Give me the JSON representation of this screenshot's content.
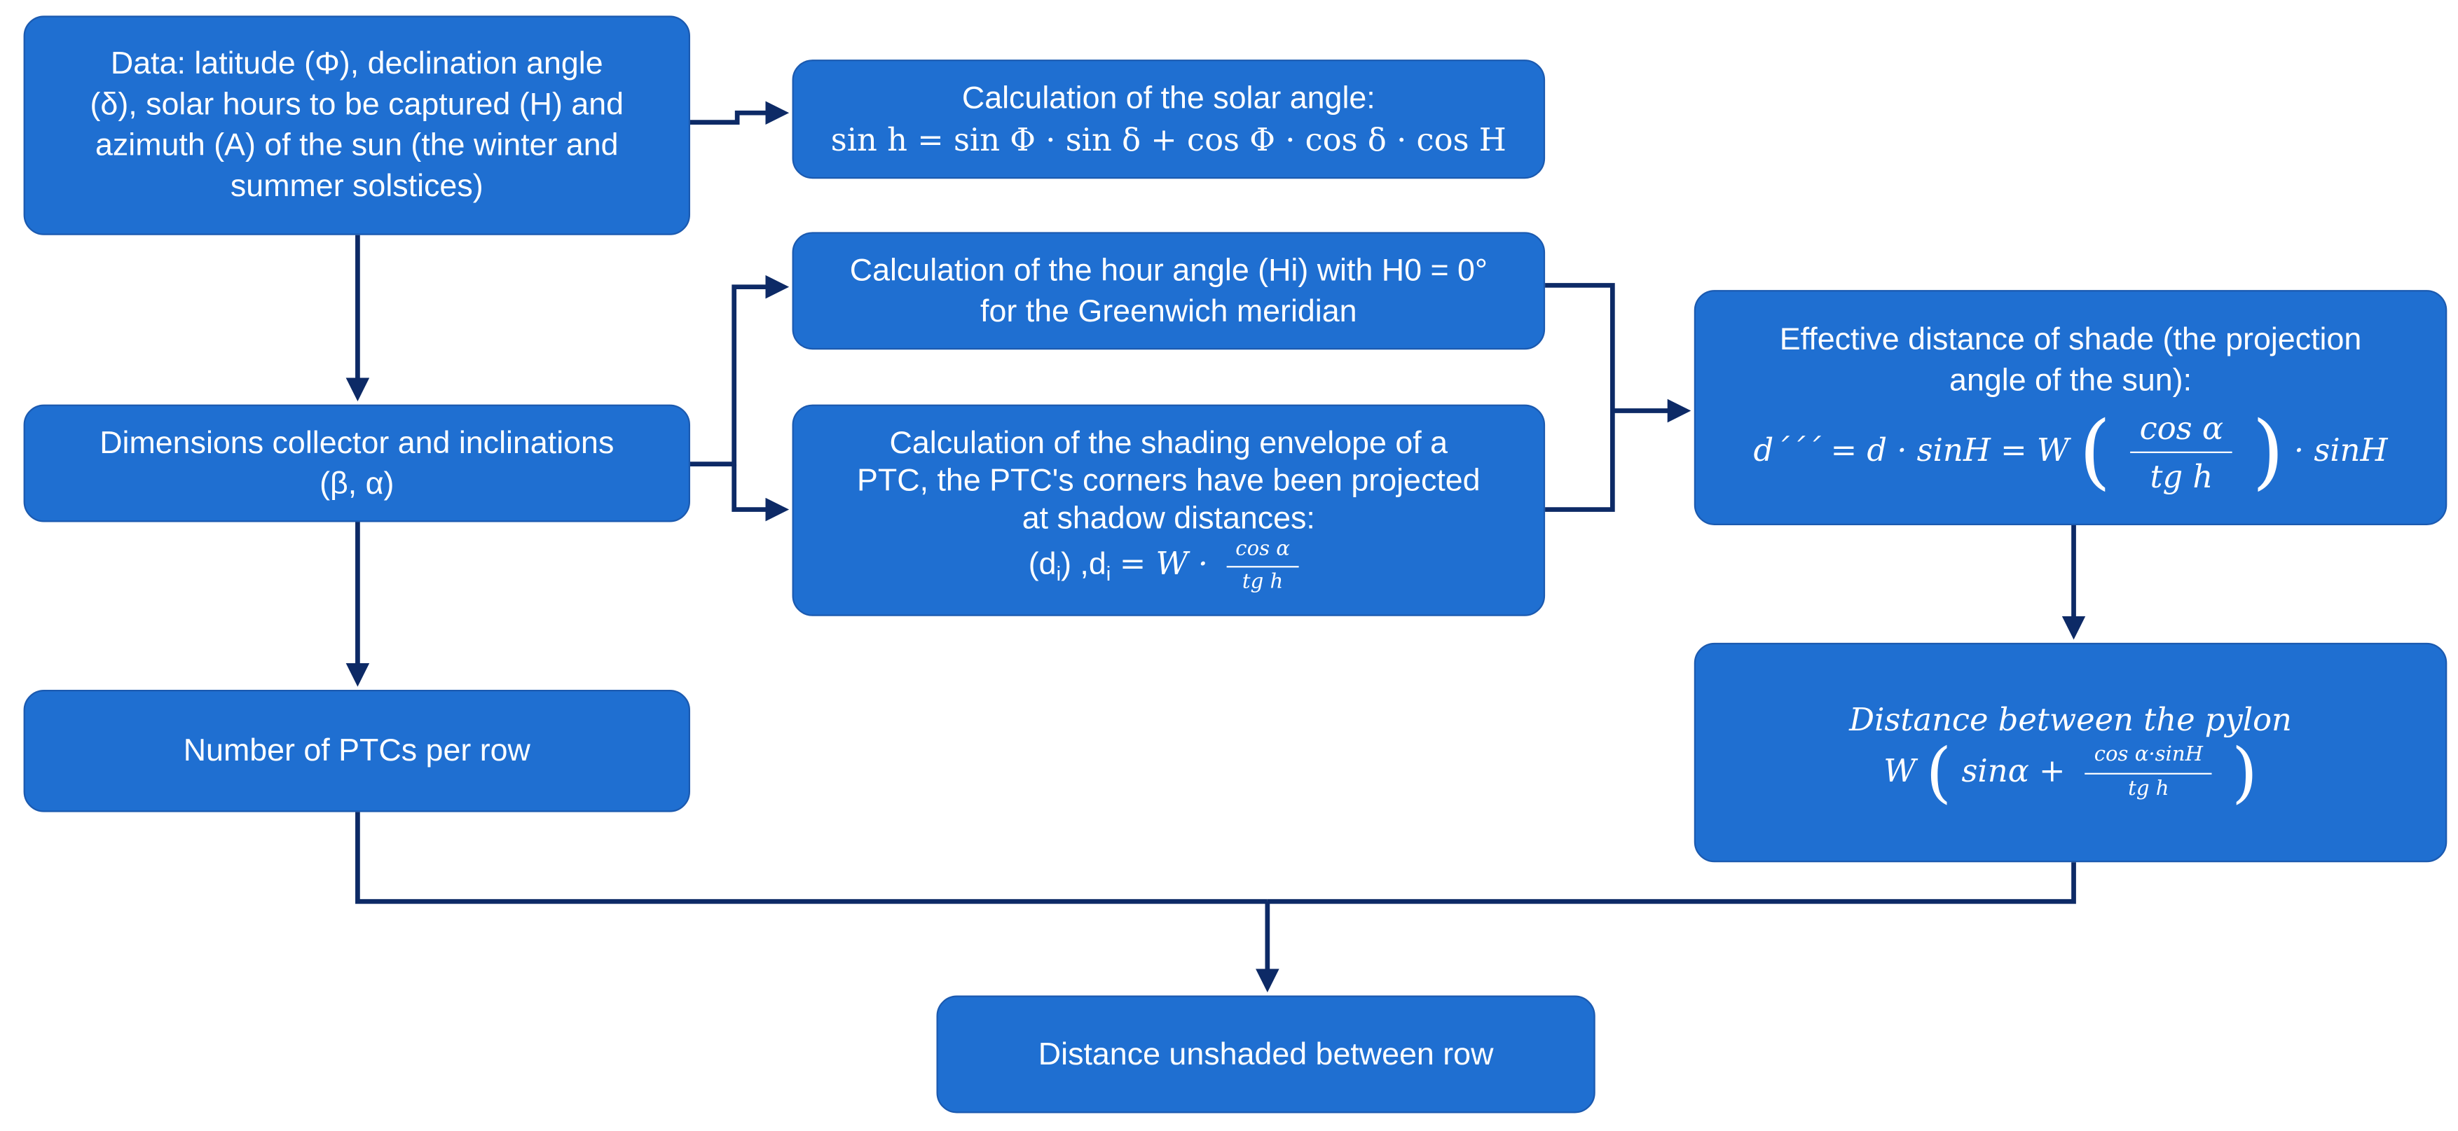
{
  "boxes": {
    "data": {
      "lines": [
        "Data: latitude (Φ), declination angle",
        "(δ), solar hours to be captured (H) and",
        "azimuth (A) of the sun (the winter and",
        "summer solstices)"
      ]
    },
    "solar_angle": {
      "title": "Calculation of the solar angle:",
      "formula": "sin h = sin Φ · sin δ + cos Φ · cos δ · cos H"
    },
    "hour_angle": {
      "lines": [
        "Calculation of the hour angle (Hi) with H0 = 0°",
        "for the Greenwich meridian"
      ]
    },
    "dimensions": {
      "lines": [
        "Dimensions collector and inclinations",
        "(β, α)"
      ]
    },
    "shading_envelope": {
      "lines": [
        "Calculation of the shading envelope of a",
        "PTC, the PTC's corners have been projected",
        "at shadow distances:"
      ],
      "formula_prefix": "(d",
      "formula_sub": "i",
      "formula_mid": ") ,d",
      "formula_sub2": "i",
      "formula_eq": "= W ·",
      "frac_num": "cos α",
      "frac_den": "tg  h"
    },
    "effective_distance": {
      "lines": [
        "Effective distance of shade (the projection",
        "angle of the sun):"
      ],
      "formula_lhs": "d´´´ = d · sinH = W",
      "frac_num": "cos α",
      "frac_den": "tg  h",
      "formula_rhs": "· sinH"
    },
    "pylon": {
      "title": "Distance between the pylon",
      "formula_lead": "W",
      "formula_sin": "sinα +",
      "frac_num": "cos α·sinH",
      "frac_den": "tg  h"
    },
    "ptcs_per_row": {
      "label": "Number of PTCs per row"
    },
    "unshaded": {
      "label": "Distance unshaded between row"
    }
  },
  "colors": {
    "box_fill": "#1f6fd1",
    "box_border": "#1b5ab0",
    "arrow": "#0d2a66",
    "text": "#ffffff"
  }
}
